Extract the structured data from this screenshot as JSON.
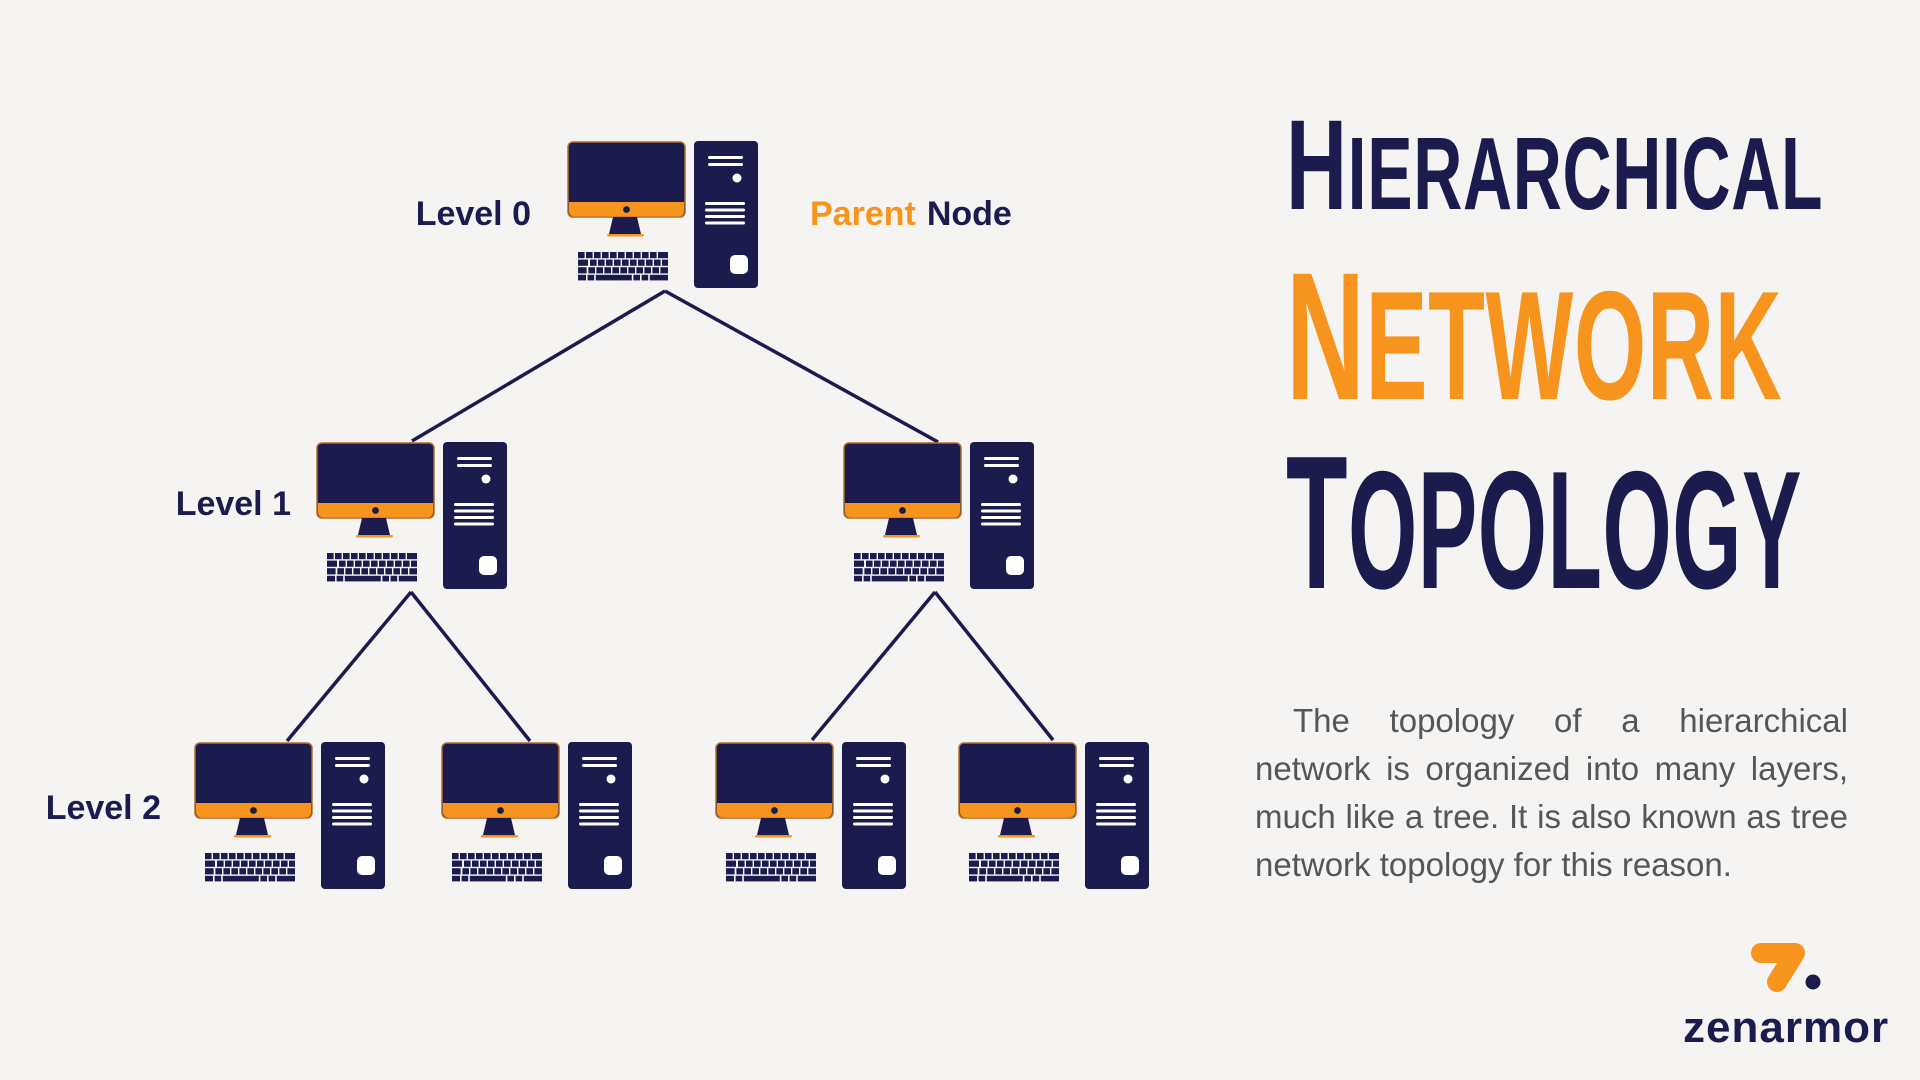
{
  "page": {
    "background": "#F5F4F2"
  },
  "colors": {
    "navy": "#1B1B4E",
    "orange": "#F7941D",
    "paragraph_gray": "#55565A",
    "line": "#1B1B4E"
  },
  "diagram": {
    "labels": {
      "level0": "Level 0",
      "level1": "Level 1",
      "level2": "Level 2"
    },
    "parent": {
      "word1": "Parent",
      "word2": "Node"
    },
    "levels": [
      {
        "label": "Level 0",
        "node_count": 1,
        "annotation": "Parent Node"
      },
      {
        "label": "Level 1",
        "node_count": 2,
        "annotation": ""
      },
      {
        "label": "Level 2",
        "node_count": 4,
        "annotation": ""
      }
    ],
    "icon": "desktop-computer-with-tower-and-keyboard"
  },
  "title": {
    "line1": "Hierarchical",
    "line2": "Network",
    "line3": "Topology"
  },
  "paragraph": {
    "text": "The topology of a hierarchical network is organized into many layers, much like a tree. It is also known as tree network topology for this reason."
  },
  "logo": {
    "wordmark": "zenarmor"
  }
}
